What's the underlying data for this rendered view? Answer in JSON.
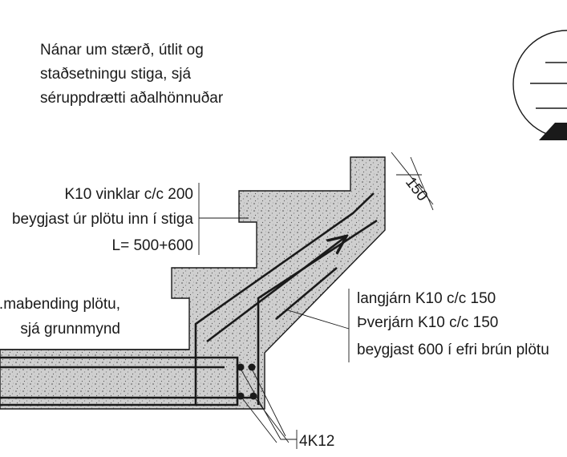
{
  "notes": {
    "top_lines": [
      "Nánar um stærð, útlit og",
      "staðsetningu stiga, sjá",
      "séruppdrætti aðalhönnuðar"
    ],
    "left_lines": [
      "K10 vinklar c/c 200",
      "beygjast úr plötu  inn í stiga",
      "L= 500+600"
    ],
    "plate_lines": [
      "...mabending plötu,",
      "sjá grunnmynd"
    ],
    "right_lines": [
      "langjárn K10 c/c 150",
      "Þverjárn K10 c/c 150",
      "beygjast 600 í efri brún plötu"
    ],
    "bottom_label": "4K12",
    "dimension": "150"
  },
  "colors": {
    "ink": "#1a1a1a",
    "concrete": "#cfcfcf",
    "paper": "#ffffff"
  }
}
